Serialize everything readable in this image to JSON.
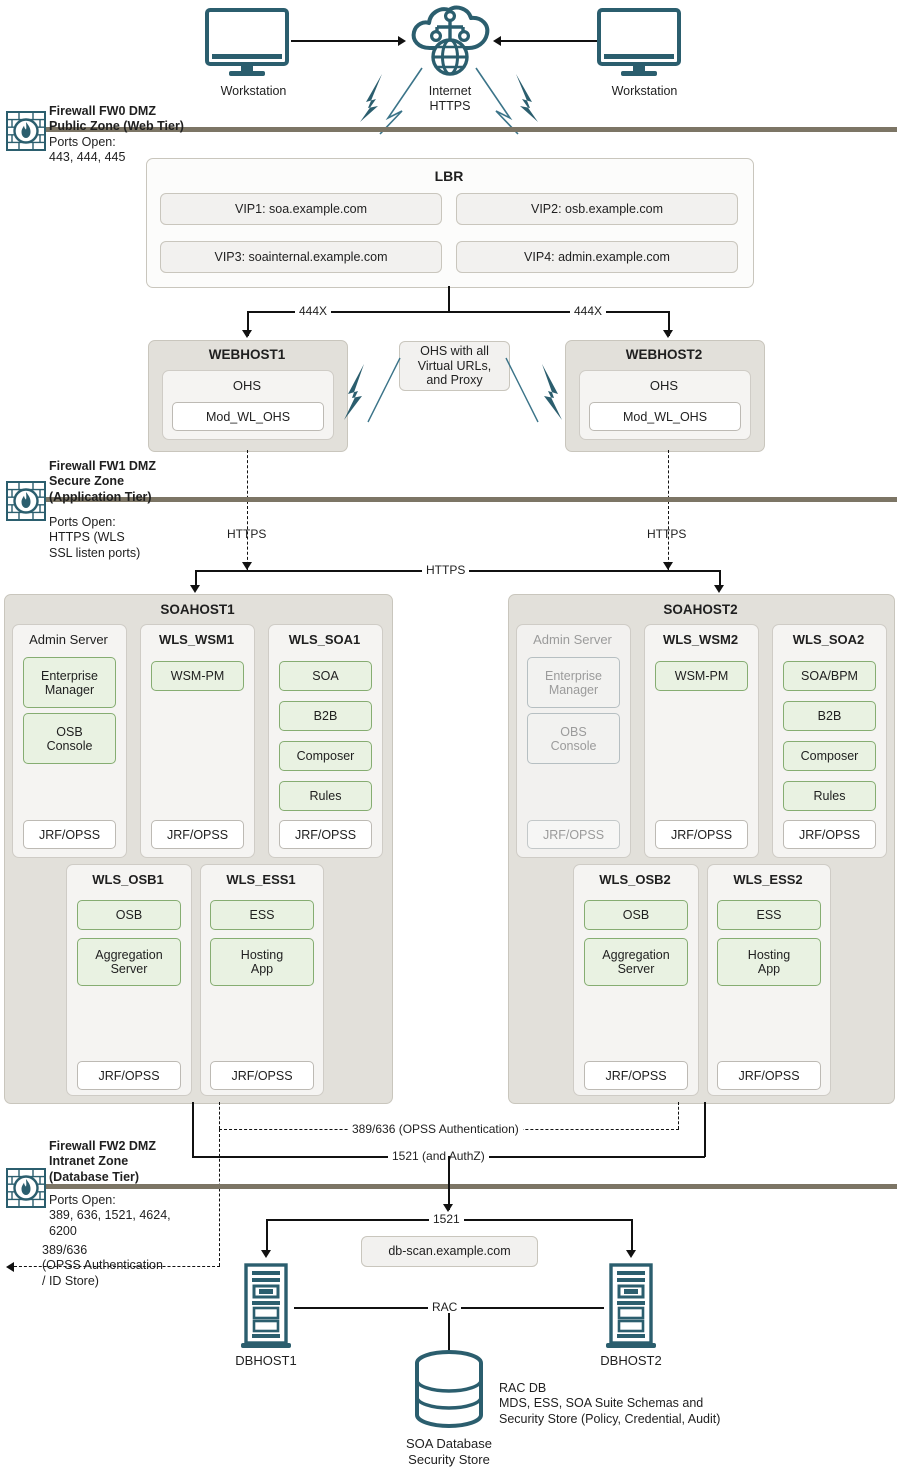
{
  "top": {
    "workstation_left": "Workstation",
    "workstation_right": "Workstation",
    "internet_line1": "Internet",
    "internet_line2": "HTTPS"
  },
  "firewalls": [
    {
      "name": "firewall-fw0",
      "title": "Firewall FW0 DMZ\nPublic Zone (Web Tier)",
      "ports": "Ports Open:\n443, 444, 445"
    },
    {
      "name": "firewall-fw1",
      "title": "Firewall FW1 DMZ\nSecure Zone\n(Application Tier)",
      "ports": "Ports Open:\nHTTPS (WLS\nSSL listen ports)"
    },
    {
      "name": "firewall-fw2",
      "title": "Firewall FW2 DMZ\nIntranet Zone\n(Database Tier)",
      "ports": "Ports Open:\n389, 636, 1521, 4624,\n6200"
    }
  ],
  "lbr": {
    "title": "LBR",
    "vips": [
      "VIP1: soa.example.com",
      "VIP2: osb.example.com",
      "VIP3: soainternal.example.com",
      "VIP4: admin.example.com"
    ]
  },
  "webtier": {
    "port_label_left": "444X",
    "port_label_right": "444X",
    "hosts": [
      {
        "title": "WEBHOST1",
        "ohs": "OHS",
        "module": "Mod_WL_OHS"
      },
      {
        "title": "WEBHOST2",
        "ohs": "OHS",
        "module": "Mod_WL_OHS"
      }
    ],
    "callout": "OHS with all\nVirtual URLs,\nand Proxy",
    "https_left": "HTTPS",
    "https_right": "HTTPS",
    "https_mid": "HTTPS"
  },
  "apptier": {
    "hosts": [
      {
        "title": "SOAHOST1",
        "dim": false,
        "columns": [
          {
            "title": "Admin Server",
            "bold": false,
            "dim": false,
            "apps": [
              "Enterprise\nManager",
              "OSB\nConsole"
            ],
            "footer": "JRF/OPSS"
          },
          {
            "title": "WLS_WSM1",
            "bold": true,
            "dim": false,
            "apps": [
              "WSM-PM"
            ],
            "footer": "JRF/OPSS"
          },
          {
            "title": "WLS_SOA1",
            "bold": true,
            "dim": false,
            "apps": [
              "SOA",
              "B2B",
              "Composer",
              "Rules"
            ],
            "footer": "JRF/OPSS"
          }
        ],
        "columns2": [
          {
            "title": "WLS_OSB1",
            "bold": true,
            "apps": [
              "OSB",
              "Aggregation\nServer"
            ],
            "footer": "JRF/OPSS"
          },
          {
            "title": "WLS_ESS1",
            "bold": true,
            "apps": [
              "ESS",
              "Hosting\nApp"
            ],
            "footer": "JRF/OPSS"
          }
        ]
      },
      {
        "title": "SOAHOST2",
        "dim": false,
        "columns": [
          {
            "title": "Admin Server",
            "bold": false,
            "dim": true,
            "apps": [
              "Enterprise\nManager",
              "OBS\nConsole"
            ],
            "footer": "JRF/OPSS"
          },
          {
            "title": "WLS_WSM2",
            "bold": true,
            "dim": false,
            "apps": [
              "WSM-PM"
            ],
            "footer": "JRF/OPSS"
          },
          {
            "title": "WLS_SOA2",
            "bold": true,
            "dim": false,
            "apps": [
              "SOA/BPM",
              "B2B",
              "Composer",
              "Rules"
            ],
            "footer": "JRF/OPSS"
          }
        ],
        "columns2": [
          {
            "title": "WLS_OSB2",
            "bold": true,
            "apps": [
              "OSB",
              "Aggregation\nServer"
            ],
            "footer": "JRF/OPSS"
          },
          {
            "title": "WLS_ESS2",
            "bold": true,
            "apps": [
              "ESS",
              "Hosting\nApp"
            ],
            "footer": "JRF/OPSS"
          }
        ]
      }
    ]
  },
  "dbtier": {
    "opss_label": "389/636 (OPSS Authentication)",
    "authz_label": "1521  (and AuthZ)",
    "scan_port": "1521",
    "scan_name": "db-scan.example.com",
    "dbhost1": "DBHOST1",
    "dbhost2": "DBHOST2",
    "rac": "RAC",
    "id_store_label": "389/636\n(OPSS Authentication\n/ ID Store)",
    "db_caption": "SOA Database\nSecurity Store",
    "db_notes": "RAC DB\nMDS, ESS, SOA Suite Schemas and\nSecurity Store (Policy, Credential, Audit)"
  },
  "colors": {
    "teal": "#2b5e6e",
    "firewall_bar": "#7c7565",
    "host_fill": "#e2e0da",
    "app_green": "#e9f2e2",
    "app_green_border": "#86ad72"
  }
}
